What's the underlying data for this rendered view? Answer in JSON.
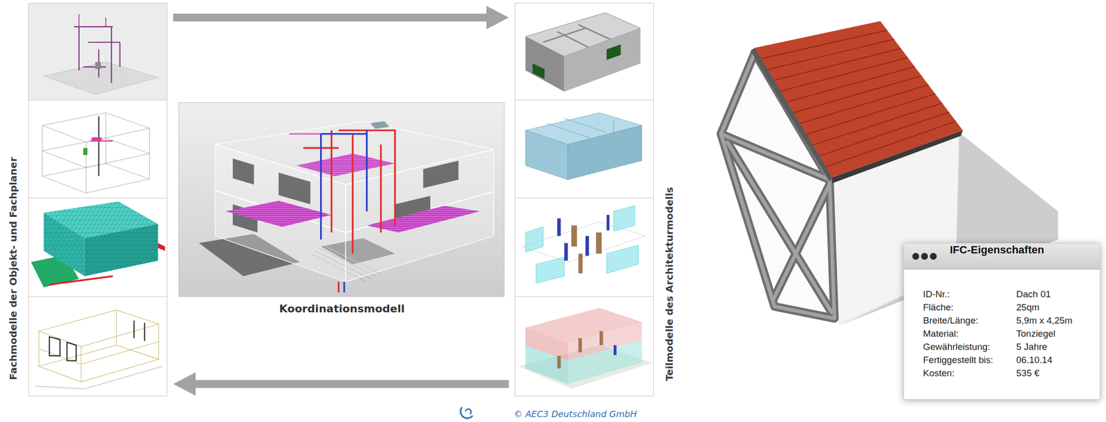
{
  "diagram": {
    "nodes": [
      {
        "text": [
          "Fachmodelle der Objekt- und Fachplaner"
        ]
      },
      {
        "text": [
          "Koordinationsmodell"
        ]
      },
      {
        "text": [
          "Teilmodelle des Architekturmodells"
        ]
      },
      {
        "text": [
          "IFC-Eigenschaften",
          "ID-Nr.:",
          "Dach 01",
          "Fläche:",
          "25qm",
          "Breite/Länge:",
          "5,9m x 4,25m",
          "Material:",
          "Tonziegel",
          "Gewährleistung:",
          "5 Jahre",
          "Fertiggestellt bis:",
          "06.10.14",
          "Kosten:",
          "535 €"
        ]
      }
    ],
    "edges": [
      {
        "from": 0,
        "to": 2,
        "arrow": "to"
      },
      {
        "from": 2,
        "to": 0,
        "arrow": "to"
      }
    ],
    "labels": [
      "© AEC3 Deutschland GmbH"
    ]
  }
}
